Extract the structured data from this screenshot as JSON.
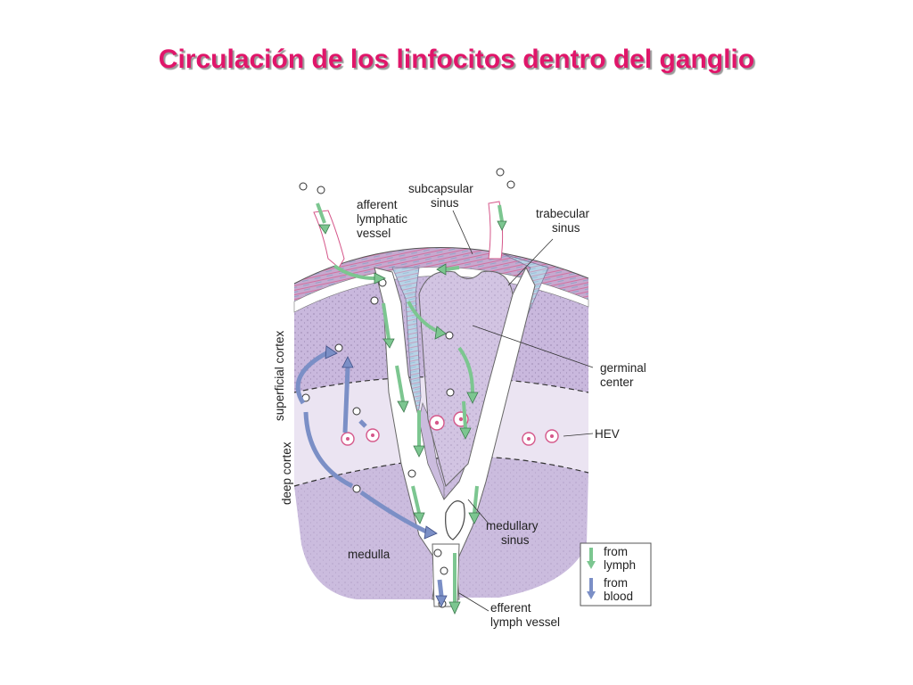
{
  "title": "Circulación de los linfocitos dentro del ganglio",
  "labels": {
    "afferent": [
      "afferent",
      "lymphatic",
      "vessel"
    ],
    "subcapsular": [
      "subcapsular",
      "sinus"
    ],
    "trabecular": [
      "trabecular",
      "sinus"
    ],
    "germinal": [
      "germinal",
      "center"
    ],
    "hev": "HEV",
    "medullary": [
      "medullary",
      "sinus"
    ],
    "medulla": "medulla",
    "efferent": [
      "efferent",
      "lymph vessel"
    ],
    "superficial_cortex": "superficial cortex",
    "deep_cortex": "deep cortex"
  },
  "legend": {
    "lymph": [
      "from",
      "lymph"
    ],
    "blood": [
      "from",
      "blood"
    ]
  },
  "colors": {
    "title": "#e0166a",
    "lymph_arrow": "#7cc690",
    "blood_arrow": "#7b8fc6",
    "superficial_cortex": "#c9b8dd",
    "deep_cortex": "#ebe4f2",
    "medulla": "#cbbcde",
    "capsule": "#c6a9cf",
    "sinus": "#ffffff"
  }
}
